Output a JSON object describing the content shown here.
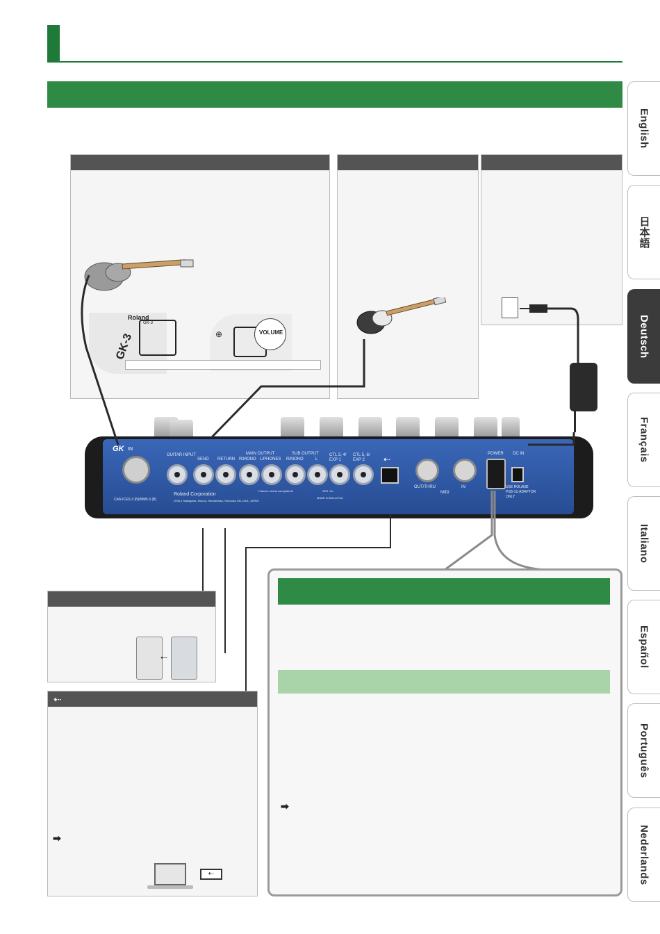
{
  "tabs": [
    {
      "label": "English",
      "active": false
    },
    {
      "label": "日本語",
      "active": false
    },
    {
      "label": "Deutsch",
      "active": true
    },
    {
      "label": "Français",
      "active": false
    },
    {
      "label": "Italiano",
      "active": false
    },
    {
      "label": "Español",
      "active": false
    },
    {
      "label": "Português",
      "active": false
    },
    {
      "label": "Nederlands",
      "active": false
    }
  ],
  "device": {
    "brand_gk": "GK",
    "gk_in": "IN",
    "guitar_input": "GUITAR INPUT",
    "send": "SEND",
    "return": "RETURN",
    "main_output": "MAIN OUTPUT",
    "main_r_mono": "R/MONO",
    "main_l_phones": "L/PHONES",
    "sub_output": "SUB OUTPUT",
    "sub_r_mono": "R/MONO",
    "sub_l": "L",
    "ctl34": "CTL 3, 4/ EXP 1",
    "ctl56": "CTL 5, 6/ EXP 2",
    "midi_out": "OUT/THRU",
    "midi_in": "IN",
    "midi": "MIDI",
    "power": "POWER",
    "dc_in": "DC IN",
    "adaptor": "USE ROLAND PSB-1U ADAPTOR ONLY",
    "made_in": "MADE IN MALAYSIA",
    "ser_no": "SER. No.",
    "company": "Roland Corporation",
    "address": "2036-1 Nakagawa, Kita-ku, Hamamatsu, Shizuoka 431-1304, JAPAN",
    "patents": "Patents: roland.com/patents",
    "can_ices": "CAN ICES-3 (B)/NMB-3 (B)"
  },
  "gk3": {
    "brand": "Roland",
    "model": "GK-3",
    "model_big": "GK-3",
    "volume": "VOLUME"
  },
  "colors": {
    "green_dark": "#2f8a46",
    "green_light": "#a9d3a9",
    "device_blue": "#2f5aa8",
    "panel_head": "#545454"
  },
  "icons": {
    "usb": "⇠",
    "arrow": "➡"
  }
}
